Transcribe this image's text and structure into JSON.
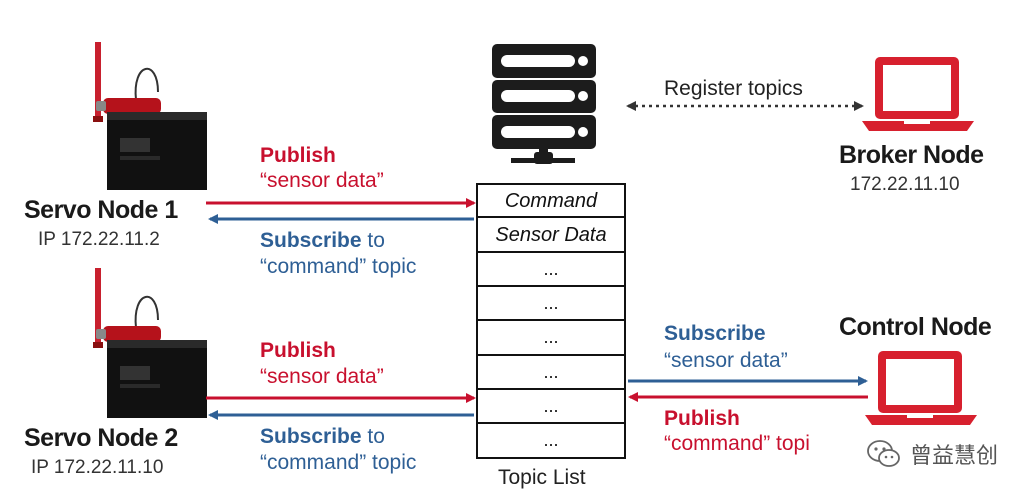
{
  "nodes": {
    "servo1": {
      "name": "Servo Node 1",
      "ip": "IP 172.22.11.2"
    },
    "servo2": {
      "name": "Servo Node 2",
      "ip": "IP 172.22.11.10"
    },
    "broker": {
      "name": "Broker Node",
      "ip": "172.22.11.10"
    },
    "control": {
      "name": "Control Node"
    }
  },
  "messages": {
    "s1_publish": {
      "verb": "Publish",
      "object": "“sensor data”"
    },
    "s1_subscribe": {
      "verb": "Subscribe",
      "rest": " to",
      "object": "“command” topic"
    },
    "s2_publish": {
      "verb": "Publish",
      "object": "“sensor data”"
    },
    "s2_subscribe": {
      "verb": "Subscribe",
      "rest": " to",
      "object": "“command” topic"
    },
    "ctrl_subscribe": {
      "verb": "Subscribe",
      "object": "“sensor data”"
    },
    "ctrl_publish": {
      "verb": "Publish",
      "object": "“command” topi"
    },
    "register": "Register topics"
  },
  "topic_list": {
    "caption": "Topic List",
    "cells": [
      "Command",
      "Sensor Data",
      "...",
      "...",
      "...",
      "...",
      "...",
      "..."
    ]
  },
  "watermark": "曾益慧创",
  "colors": {
    "red": "#c8102e",
    "blue": "#2e5f95",
    "dark": "#1c1c1c"
  },
  "icons": {
    "server": "server-icon",
    "laptop": "laptop-icon",
    "device": "qube-servo-device",
    "watermark": "wechat-icon"
  }
}
